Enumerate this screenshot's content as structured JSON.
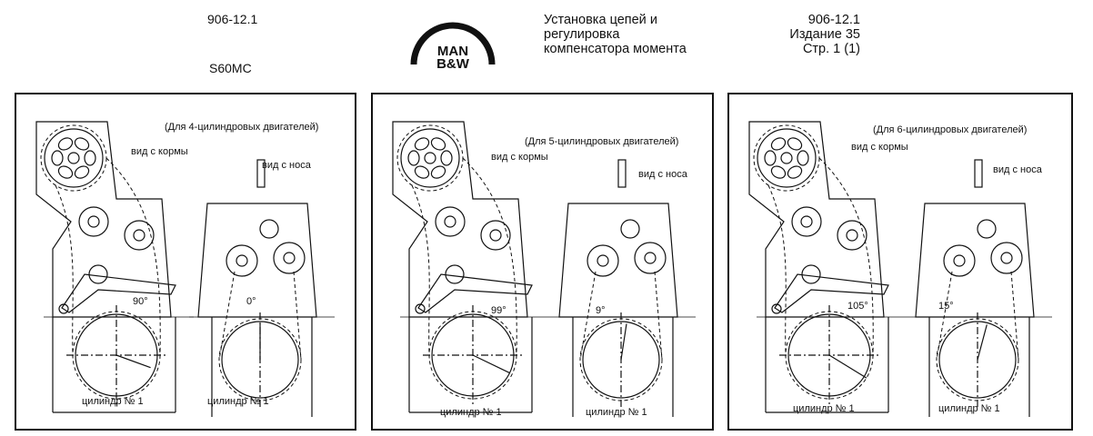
{
  "header": {
    "doc_id": "906-12.1",
    "engine": "S60MC",
    "logo_top": "MAN",
    "logo_bottom": "B&W",
    "title_lines": [
      "Установка цепей и",
      "регулировка",
      "компенсатора момента"
    ],
    "meta_lines": [
      "906-12.1",
      "Издание 35",
      "Стр. 1 (1)"
    ]
  },
  "panels": [
    {
      "note": "(Для 4-цилиндровых двигателей)",
      "aft_view": "вид с кормы",
      "fore_view": "вид с носа",
      "left_angle": "90°",
      "right_angle": "0°",
      "left_cyl": "цилиндр № 1",
      "right_cyl": "цилиндр № 1"
    },
    {
      "note": "(Для 5-цилиндровых двигателей)",
      "aft_view": "вид с кормы",
      "fore_view": "вид с носа",
      "left_angle": "99°",
      "right_angle": "9°",
      "left_cyl": "цилиндр № 1",
      "right_cyl": "цилиндр № 1"
    },
    {
      "note": "(Для 6-цилиндровых двигателей)",
      "aft_view": "вид с кормы",
      "fore_view": "вид с носа",
      "left_angle": "105°",
      "right_angle": "15°",
      "left_cyl": "цилиндр № 1",
      "right_cyl": "цилиндр № 1"
    }
  ]
}
